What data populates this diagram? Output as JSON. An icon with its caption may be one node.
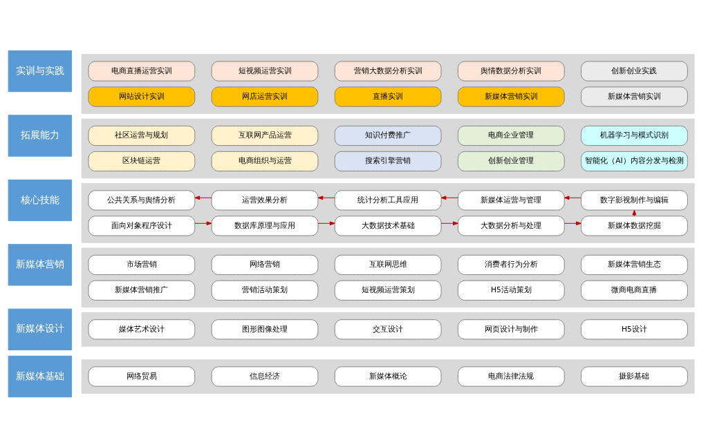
{
  "diagram": {
    "nodes": [
      {
        "text": [
          "实训与实践"
        ]
      },
      {
        "text": [],
        "shape": "box"
      },
      {
        "text": [
          "电商直播运营实训"
        ],
        "in": 1
      },
      {
        "text": [
          "短视频运营实训"
        ],
        "in": 1
      },
      {
        "text": [
          "营销大数据分析实训"
        ],
        "in": 1
      },
      {
        "text": [
          "舆情数据分析实训"
        ],
        "in": 1
      },
      {
        "text": [
          "创新创业实践"
        ],
        "in": 1
      },
      {
        "text": [
          "网站设计实训"
        ],
        "in": 1
      },
      {
        "text": [
          "网店运营实训"
        ],
        "in": 1
      },
      {
        "text": [
          "直播实训"
        ],
        "in": 1
      },
      {
        "text": [
          "新媒体营销实训"
        ],
        "in": 1
      },
      {
        "text": [
          "新媒体营销实训"
        ],
        "in": 1
      },
      {
        "text": [
          "拓展能力"
        ]
      },
      {
        "text": [],
        "shape": "box"
      },
      {
        "text": [
          "社区运营与规划"
        ],
        "in": 13
      },
      {
        "text": [
          "互联网产品运营"
        ],
        "in": 13
      },
      {
        "text": [
          "知识付费推广"
        ],
        "in": 13
      },
      {
        "text": [
          "电商企业管理"
        ],
        "in": 13
      },
      {
        "text": [
          "机器学习与模式识别"
        ],
        "in": 13
      },
      {
        "text": [
          "区块链运营"
        ],
        "in": 13
      },
      {
        "text": [
          "电商组织与运营"
        ],
        "in": 13
      },
      {
        "text": [
          "搜索引擎营销"
        ],
        "in": 13
      },
      {
        "text": [
          "创新创业管理"
        ],
        "in": 13
      },
      {
        "text": [
          "智能化（AI）内容分发与检测"
        ],
        "in": 13
      },
      {
        "text": [
          "核心技能"
        ]
      },
      {
        "text": [],
        "shape": "box"
      },
      {
        "text": [
          "公共关系与舆情分析"
        ],
        "in": 25
      },
      {
        "text": [
          "运营效果分析"
        ],
        "in": 25
      },
      {
        "text": [
          "统计分析工具应用"
        ],
        "in": 25
      },
      {
        "text": [
          "新媒体运营与管理"
        ],
        "in": 25
      },
      {
        "text": [
          "数字影视制作与编辑"
        ],
        "in": 25
      },
      {
        "text": [
          "面向对象程序设计"
        ],
        "in": 25
      },
      {
        "text": [
          "数据库原理与应用"
        ],
        "in": 25
      },
      {
        "text": [
          "大数据技术基础"
        ],
        "in": 25
      },
      {
        "text": [
          "大数据分析与处理"
        ],
        "in": 25
      },
      {
        "text": [
          "新媒体数据挖掘"
        ],
        "in": 25
      },
      {
        "text": [
          "新媒体营销"
        ]
      },
      {
        "text": [],
        "shape": "box"
      },
      {
        "text": [
          "市场营销"
        ],
        "in": 37
      },
      {
        "text": [
          "网络营销"
        ],
        "in": 37
      },
      {
        "text": [
          "互联网思维"
        ],
        "in": 37
      },
      {
        "text": [
          "消费者行为分析"
        ],
        "in": 37
      },
      {
        "text": [
          "新媒体营销生态"
        ],
        "in": 37
      },
      {
        "text": [
          "新媒体营销推广"
        ],
        "in": 37
      },
      {
        "text": [
          "营销活动策划"
        ],
        "in": 37
      },
      {
        "text": [
          "短视频运营策划"
        ],
        "in": 37
      },
      {
        "text": [
          "H5活动策划"
        ],
        "in": 37
      },
      {
        "text": [
          "微商电商直播"
        ],
        "in": 37
      },
      {
        "text": [
          "新媒体设计"
        ]
      },
      {
        "text": [],
        "shape": "box"
      },
      {
        "text": [
          "媒体艺术设计"
        ],
        "in": 49
      },
      {
        "text": [
          "图形图像处理"
        ],
        "in": 49
      },
      {
        "text": [
          "交互设计"
        ],
        "in": 49
      },
      {
        "text": [
          "网页设计与制作"
        ],
        "in": 49
      },
      {
        "text": [
          "H5设计"
        ],
        "in": 49
      },
      {
        "text": [
          "新媒体基础"
        ]
      },
      {
        "text": [],
        "shape": "box"
      },
      {
        "text": [
          "网络贸易"
        ],
        "in": 56
      },
      {
        "text": [
          "信息经济"
        ],
        "in": 56
      },
      {
        "text": [
          "新媒体概论"
        ],
        "in": 56
      },
      {
        "text": [
          "电商法律法规"
        ],
        "in": 56
      },
      {
        "text": [
          "摄影基础"
        ],
        "in": 56
      }
    ],
    "edges": [
      {
        "from": 31,
        "to": 32,
        "arrow": "to"
      },
      {
        "from": 32,
        "to": 33,
        "arrow": "to"
      },
      {
        "from": 33,
        "to": 34,
        "arrow": "to"
      },
      {
        "from": 34,
        "to": 35,
        "arrow": "to"
      },
      {
        "from": 35,
        "to": 30,
        "arrow": "to"
      },
      {
        "from": 30,
        "to": 29,
        "arrow": "to"
      },
      {
        "from": 29,
        "to": 28,
        "arrow": "to"
      },
      {
        "from": 28,
        "to": 27,
        "arrow": "to"
      },
      {
        "from": 27,
        "to": 26,
        "arrow": "to"
      }
    ]
  }
}
